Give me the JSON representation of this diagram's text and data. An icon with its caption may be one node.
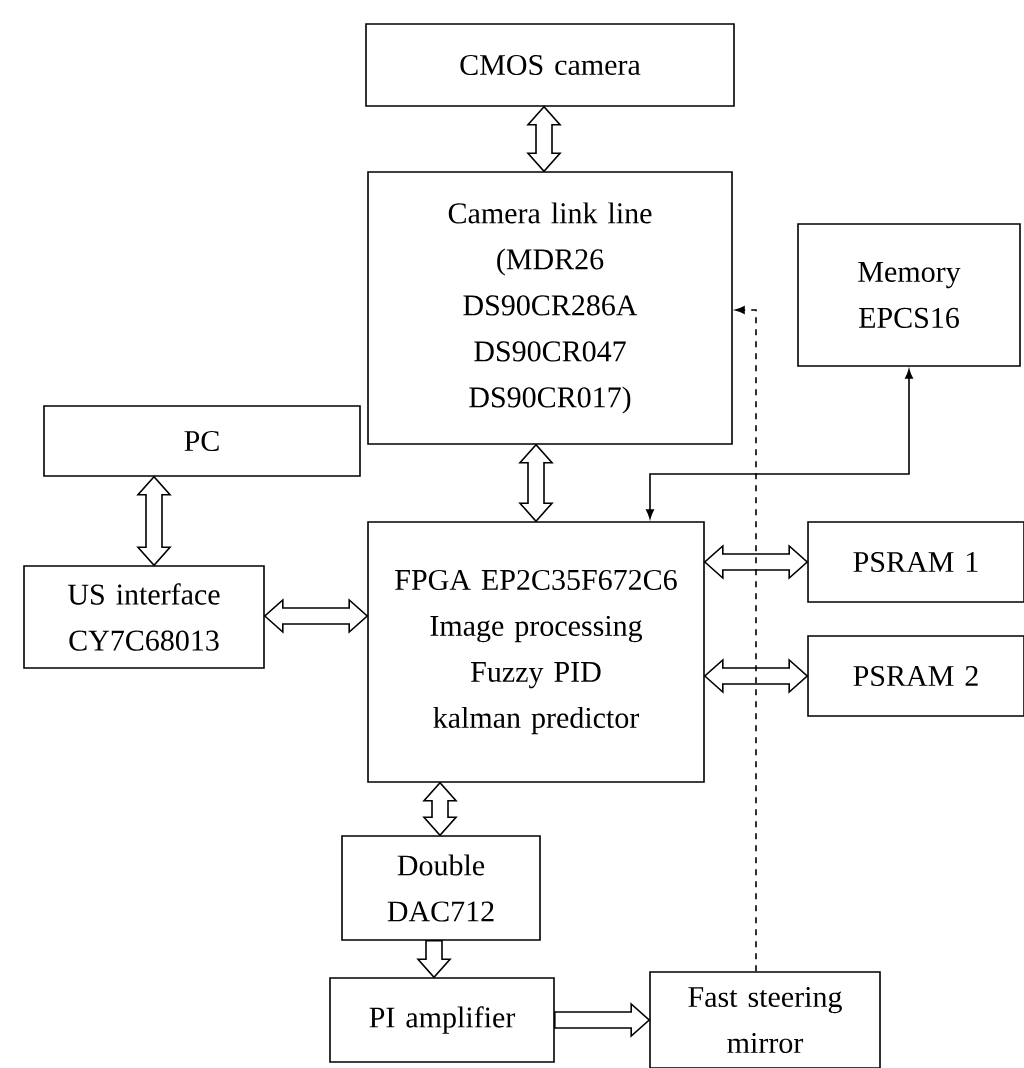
{
  "diagram": {
    "nodes": [
      {
        "text": [
          "CMOS camera"
        ]
      },
      {
        "text": [
          "Camera link line",
          "(MDR26 DS90CR286A DS90CR047 DS90CR017)"
        ]
      },
      {
        "text": [
          "Memory EPCS16"
        ]
      },
      {
        "text": [
          "PC"
        ]
      },
      {
        "text": [
          "US interface CY7C68013"
        ]
      },
      {
        "text": [
          "FPGA EP2C35F672C6",
          "Image processing",
          "Fuzzy PID",
          "kalman predictor"
        ]
      },
      {
        "text": [
          "PSRAM 1"
        ]
      },
      {
        "text": [
          "PSRAM 2"
        ]
      },
      {
        "text": [
          "Double DAC712"
        ]
      },
      {
        "text": [
          "PI amplifier"
        ]
      },
      {
        "text": [
          "Fast steering mirror"
        ]
      }
    ],
    "edges": [
      {
        "from": 0,
        "to": 1,
        "arrow": "both",
        "style": "thick"
      },
      {
        "from": 1,
        "to": 5,
        "arrow": "both",
        "style": "thick"
      },
      {
        "from": 5,
        "to": 2,
        "arrow": "both"
      },
      {
        "from": 3,
        "to": 4,
        "arrow": "both",
        "style": "thick"
      },
      {
        "from": 4,
        "to": 5,
        "arrow": "both",
        "style": "thick"
      },
      {
        "from": 5,
        "to": 6,
        "arrow": "both",
        "style": "thick"
      },
      {
        "from": 5,
        "to": 7,
        "arrow": "both",
        "style": "thick"
      },
      {
        "from": 5,
        "to": 8,
        "arrow": "both",
        "style": "thick"
      },
      {
        "from": 8,
        "to": 9,
        "arrow": "to",
        "style": "thick"
      },
      {
        "from": 9,
        "to": 10,
        "arrow": "to",
        "style": "thick"
      },
      {
        "from": 10,
        "to": 1,
        "arrow": "to",
        "style": "dashed"
      }
    ]
  }
}
